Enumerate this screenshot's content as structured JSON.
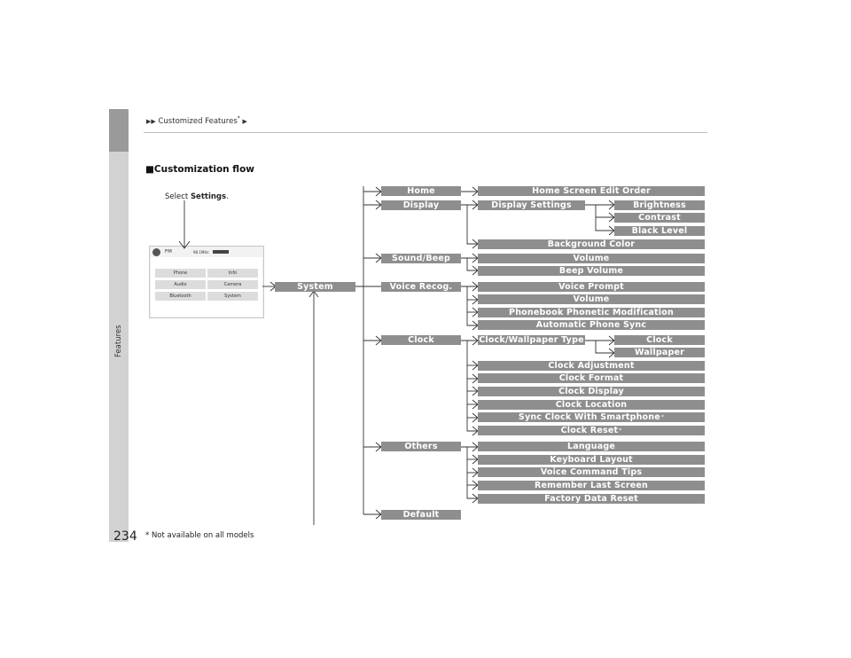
{
  "breadcrumb": {
    "prefix": "▶▶",
    "title": "Customized Features",
    "mark": "*",
    "suffix": "▶"
  },
  "sidebar": {
    "label": "Features"
  },
  "heading": {
    "marker": "■",
    "text": "Customization flow"
  },
  "select_note": {
    "prefix": "Select ",
    "bold": "Settings",
    "suffix": "."
  },
  "screen": {
    "top": {
      "band": "FM",
      "mid": "98.1MHz"
    },
    "buttons": [
      "Phone",
      "Info",
      "Audio",
      "Camera",
      "Bluetooth",
      "System"
    ]
  },
  "flow": {
    "root": "System",
    "categories": {
      "home": "Home",
      "display": "Display",
      "sound": "Sound/Beep",
      "voice": "Voice Recog.",
      "clock": "Clock",
      "others": "Others",
      "default": "Default"
    },
    "items": {
      "home_screen_edit_order": "Home Screen Edit Order",
      "display_settings": "Display Settings",
      "brightness": "Brightness",
      "contrast": "Contrast",
      "black_level": "Black Level",
      "background_color": "Background Color",
      "sound_volume": "Volume",
      "beep_volume": "Beep Volume",
      "voice_prompt": "Voice Prompt",
      "voice_volume": "Volume",
      "phonebook_phonetic": "Phonebook Phonetic Modification",
      "auto_phone_sync": "Automatic Phone Sync",
      "clock_wallpaper_type": "Clock/Wallpaper Type",
      "clock_sub": "Clock",
      "wallpaper": "Wallpaper",
      "clock_adjustment": "Clock Adjustment",
      "clock_format": "Clock Format",
      "clock_display": "Clock Display",
      "clock_location": "Clock Location",
      "sync_clock": "Sync Clock With Smartphone",
      "clock_reset": "Clock Reset",
      "language": "Language",
      "keyboard_layout": "Keyboard Layout",
      "voice_command_tips": "Voice Command Tips",
      "remember_last_screen": "Remember Last Screen",
      "factory_data_reset": "Factory Data Reset"
    },
    "not_all_models_mark": "*"
  },
  "footer": {
    "page_number": "234",
    "footnote": "* Not available on all models"
  },
  "colors": {
    "bar": "#8e8e8e",
    "sidebar": "#d2d2d2",
    "sidebar_dark": "#9a9a9a"
  }
}
